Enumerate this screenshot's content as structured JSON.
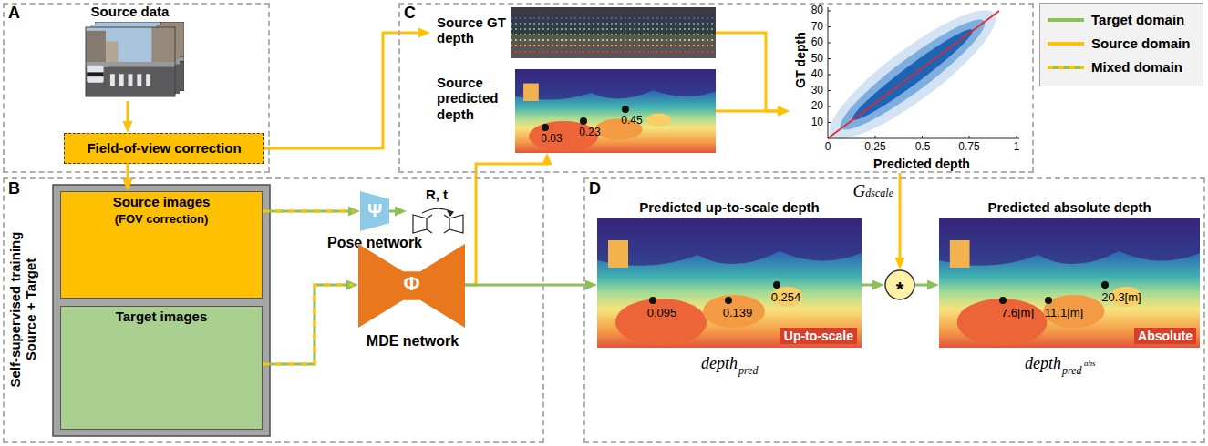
{
  "diagram": {
    "nodes": [
      {
        "text": [
          "A"
        ]
      },
      {
        "text": [
          "Source data"
        ],
        "in": 0
      },
      {
        "text": [
          "Field-of-view correction"
        ],
        "in": 0
      },
      {
        "text": [
          "B",
          "Self-supervised training Source + Target"
        ]
      },
      {
        "text": [
          "Source images",
          "(FOV correction)"
        ],
        "in": 3
      },
      {
        "text": [
          "Target images"
        ],
        "in": 3
      },
      {
        "text": [
          "Ψ",
          "Pose network"
        ],
        "in": 3
      },
      {
        "text": [
          "Φ",
          "MDE network"
        ],
        "in": 3
      },
      {
        "text": [
          "R, t"
        ],
        "in": 3
      },
      {
        "text": [
          "C"
        ]
      },
      {
        "text": [
          "Source GT depth"
        ],
        "in": 9
      },
      {
        "text": [
          "Source predicted depth",
          "0.03",
          "0.23",
          "0.45"
        ],
        "in": 9
      },
      {
        "text": [
          "GT depth",
          "Predicted depth"
        ],
        "in": 9
      },
      {
        "text": [
          "D"
        ]
      },
      {
        "text": [
          "Predicted up-to-scale depth",
          "0.095",
          "0.139",
          "0.254",
          "Up-to-scale",
          "depth",
          "pred"
        ],
        "in": 13
      },
      {
        "text": [
          "*"
        ],
        "in": 13
      },
      {
        "text": [
          "Predicted absolute depth",
          "7.6[m]",
          "11.1[m]",
          "20.3[m]",
          "Absolute",
          "depth",
          "pred",
          "abs"
        ],
        "in": 13
      }
    ],
    "edges": [
      {
        "from": 1,
        "to": 2,
        "arrow": "to"
      },
      {
        "from": 2,
        "to": 10,
        "arrow": "to"
      },
      {
        "from": 2,
        "to": 4,
        "arrow": "to"
      },
      {
        "from": 4,
        "to": 6,
        "arrow": "to"
      },
      {
        "from": 5,
        "to": 7,
        "arrow": "to"
      },
      {
        "from": 6,
        "to": 8,
        "arrow": "to"
      },
      {
        "from": 7,
        "to": 11,
        "arrow": "to"
      },
      {
        "from": 7,
        "to": 14,
        "arrow": "to"
      },
      {
        "from": 10,
        "to": 12,
        "arrow": "to"
      },
      {
        "from": 11,
        "to": 12,
        "arrow": "to"
      },
      {
        "from": 12,
        "to": 15,
        "arrow": "to",
        "label": "Gdscale"
      },
      {
        "from": 14,
        "to": 15,
        "arrow": "to"
      },
      {
        "from": 15,
        "to": 16,
        "arrow": "to"
      }
    ],
    "labels": [
      "0",
      "0.25",
      "0.5",
      "0.75",
      "1",
      "10",
      "20",
      "30",
      "40",
      "50",
      "60",
      "70",
      "80"
    ],
    "legend": [
      {
        "text": "Target domain"
      },
      {
        "text": "Source domain"
      },
      {
        "text": "Mixed domain"
      }
    ]
  }
}
